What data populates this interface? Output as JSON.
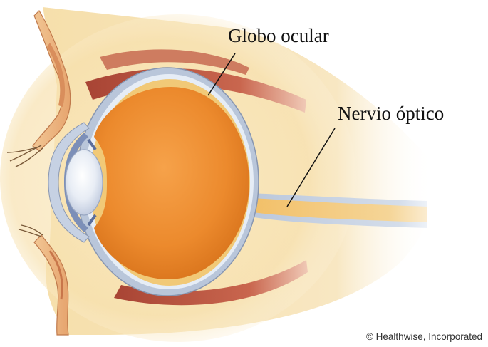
{
  "labels": {
    "eyeball": "Globo ocular",
    "optic_nerve": "Nervio óptico"
  },
  "credit": "© Healthwise, Incorporated",
  "colors": {
    "background": "#ffffff",
    "fat_tissue": "#f7e3b4",
    "muscle": "#b5503d",
    "sclera": "#b9c6da",
    "vitreous": "#ec8a2d",
    "nerve": "#f3c678",
    "lens": "#e5ebf4"
  }
}
